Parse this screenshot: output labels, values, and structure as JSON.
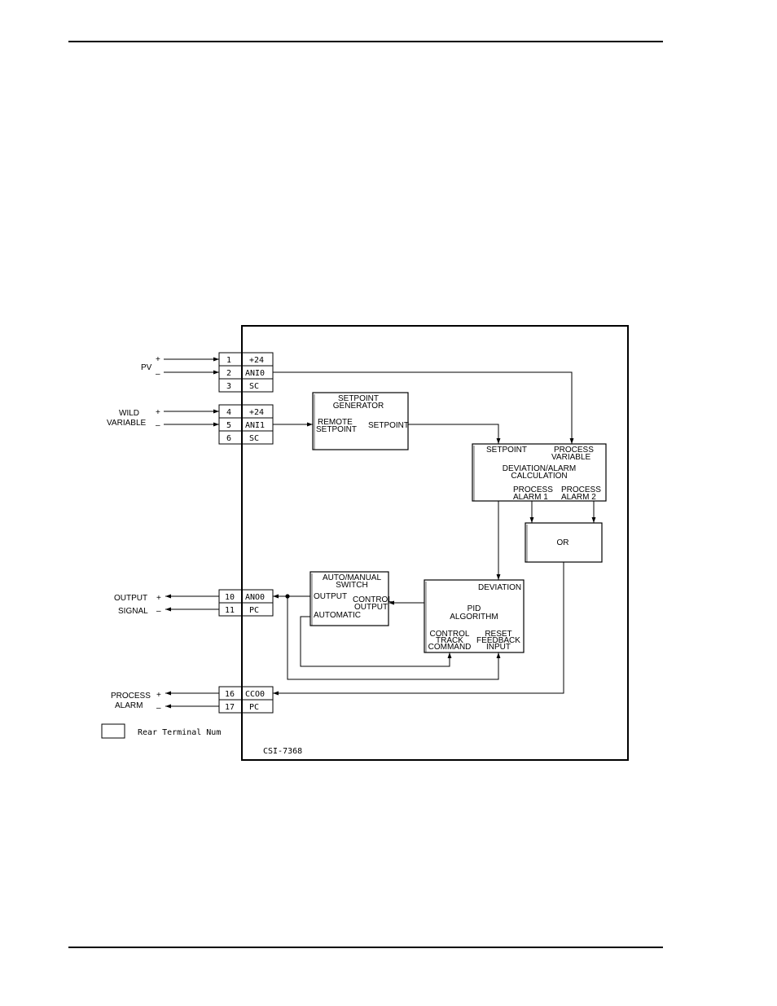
{
  "figure_id": "CSI-7368",
  "legend_text": "Rear Terminal Num",
  "inputs": {
    "pv": {
      "label": "PV",
      "plus": "+",
      "minus": "–"
    },
    "wild": {
      "label_line1": "WILD",
      "label_line2": "VARIABLE",
      "plus": "+",
      "minus": "–"
    }
  },
  "outputs": {
    "output_signal": {
      "label_line1": "OUTPUT",
      "label_line2": "SIGNAL",
      "plus": "+",
      "minus": "–"
    },
    "process_alarm": {
      "label_line1": "PROCESS",
      "label_line2": "ALARM",
      "plus": "+",
      "minus": "–"
    }
  },
  "terminals": [
    {
      "num": "1",
      "name": "+24"
    },
    {
      "num": "2",
      "name": "ANI0"
    },
    {
      "num": "3",
      "name": "SC"
    },
    {
      "num": "4",
      "name": "+24"
    },
    {
      "num": "5",
      "name": "ANI1"
    },
    {
      "num": "6",
      "name": "SC"
    },
    {
      "num": "10",
      "name": "ANO0"
    },
    {
      "num": "11",
      "name": "PC"
    },
    {
      "num": "16",
      "name": "CCO0"
    },
    {
      "num": "17",
      "name": "PC"
    }
  ],
  "blocks": {
    "setpoint_generator": {
      "title_line1": "SETPOINT",
      "title_line2": "GENERATOR",
      "in_line1": "REMOTE",
      "in_line2": "SETPOINT",
      "out": "SETPOINT"
    },
    "deviation_alarm": {
      "in_setpoint": "SETPOINT",
      "in_pv_line1": "PROCESS",
      "in_pv_line2": "VARIABLE",
      "title_line1": "DEVIATION/ALARM",
      "title_line2": "CALCULATION",
      "alarm1_line1": "PROCESS",
      "alarm1_line2": "ALARM 1",
      "alarm2_line1": "PROCESS",
      "alarm2_line2": "ALARM 2"
    },
    "or_gate": {
      "title": "OR"
    },
    "auto_manual": {
      "title_line1": "AUTO/MANUAL",
      "title_line2": "SWITCH",
      "out": "OUTPUT",
      "in_control_line1": "CONTROL",
      "in_control_line2": "OUTPUT",
      "in_auto": "AUTOMATIC"
    },
    "pid": {
      "in_deviation": "DEVIATION",
      "title_line1": "PID",
      "title_line2": "ALGORITHM",
      "track_line1": "CONTROL",
      "track_line2": "TRACK",
      "track_line3": "COMMAND",
      "reset_line1": "RESET",
      "reset_line2": "FEEDBACK",
      "reset_line3": "INPUT"
    }
  }
}
